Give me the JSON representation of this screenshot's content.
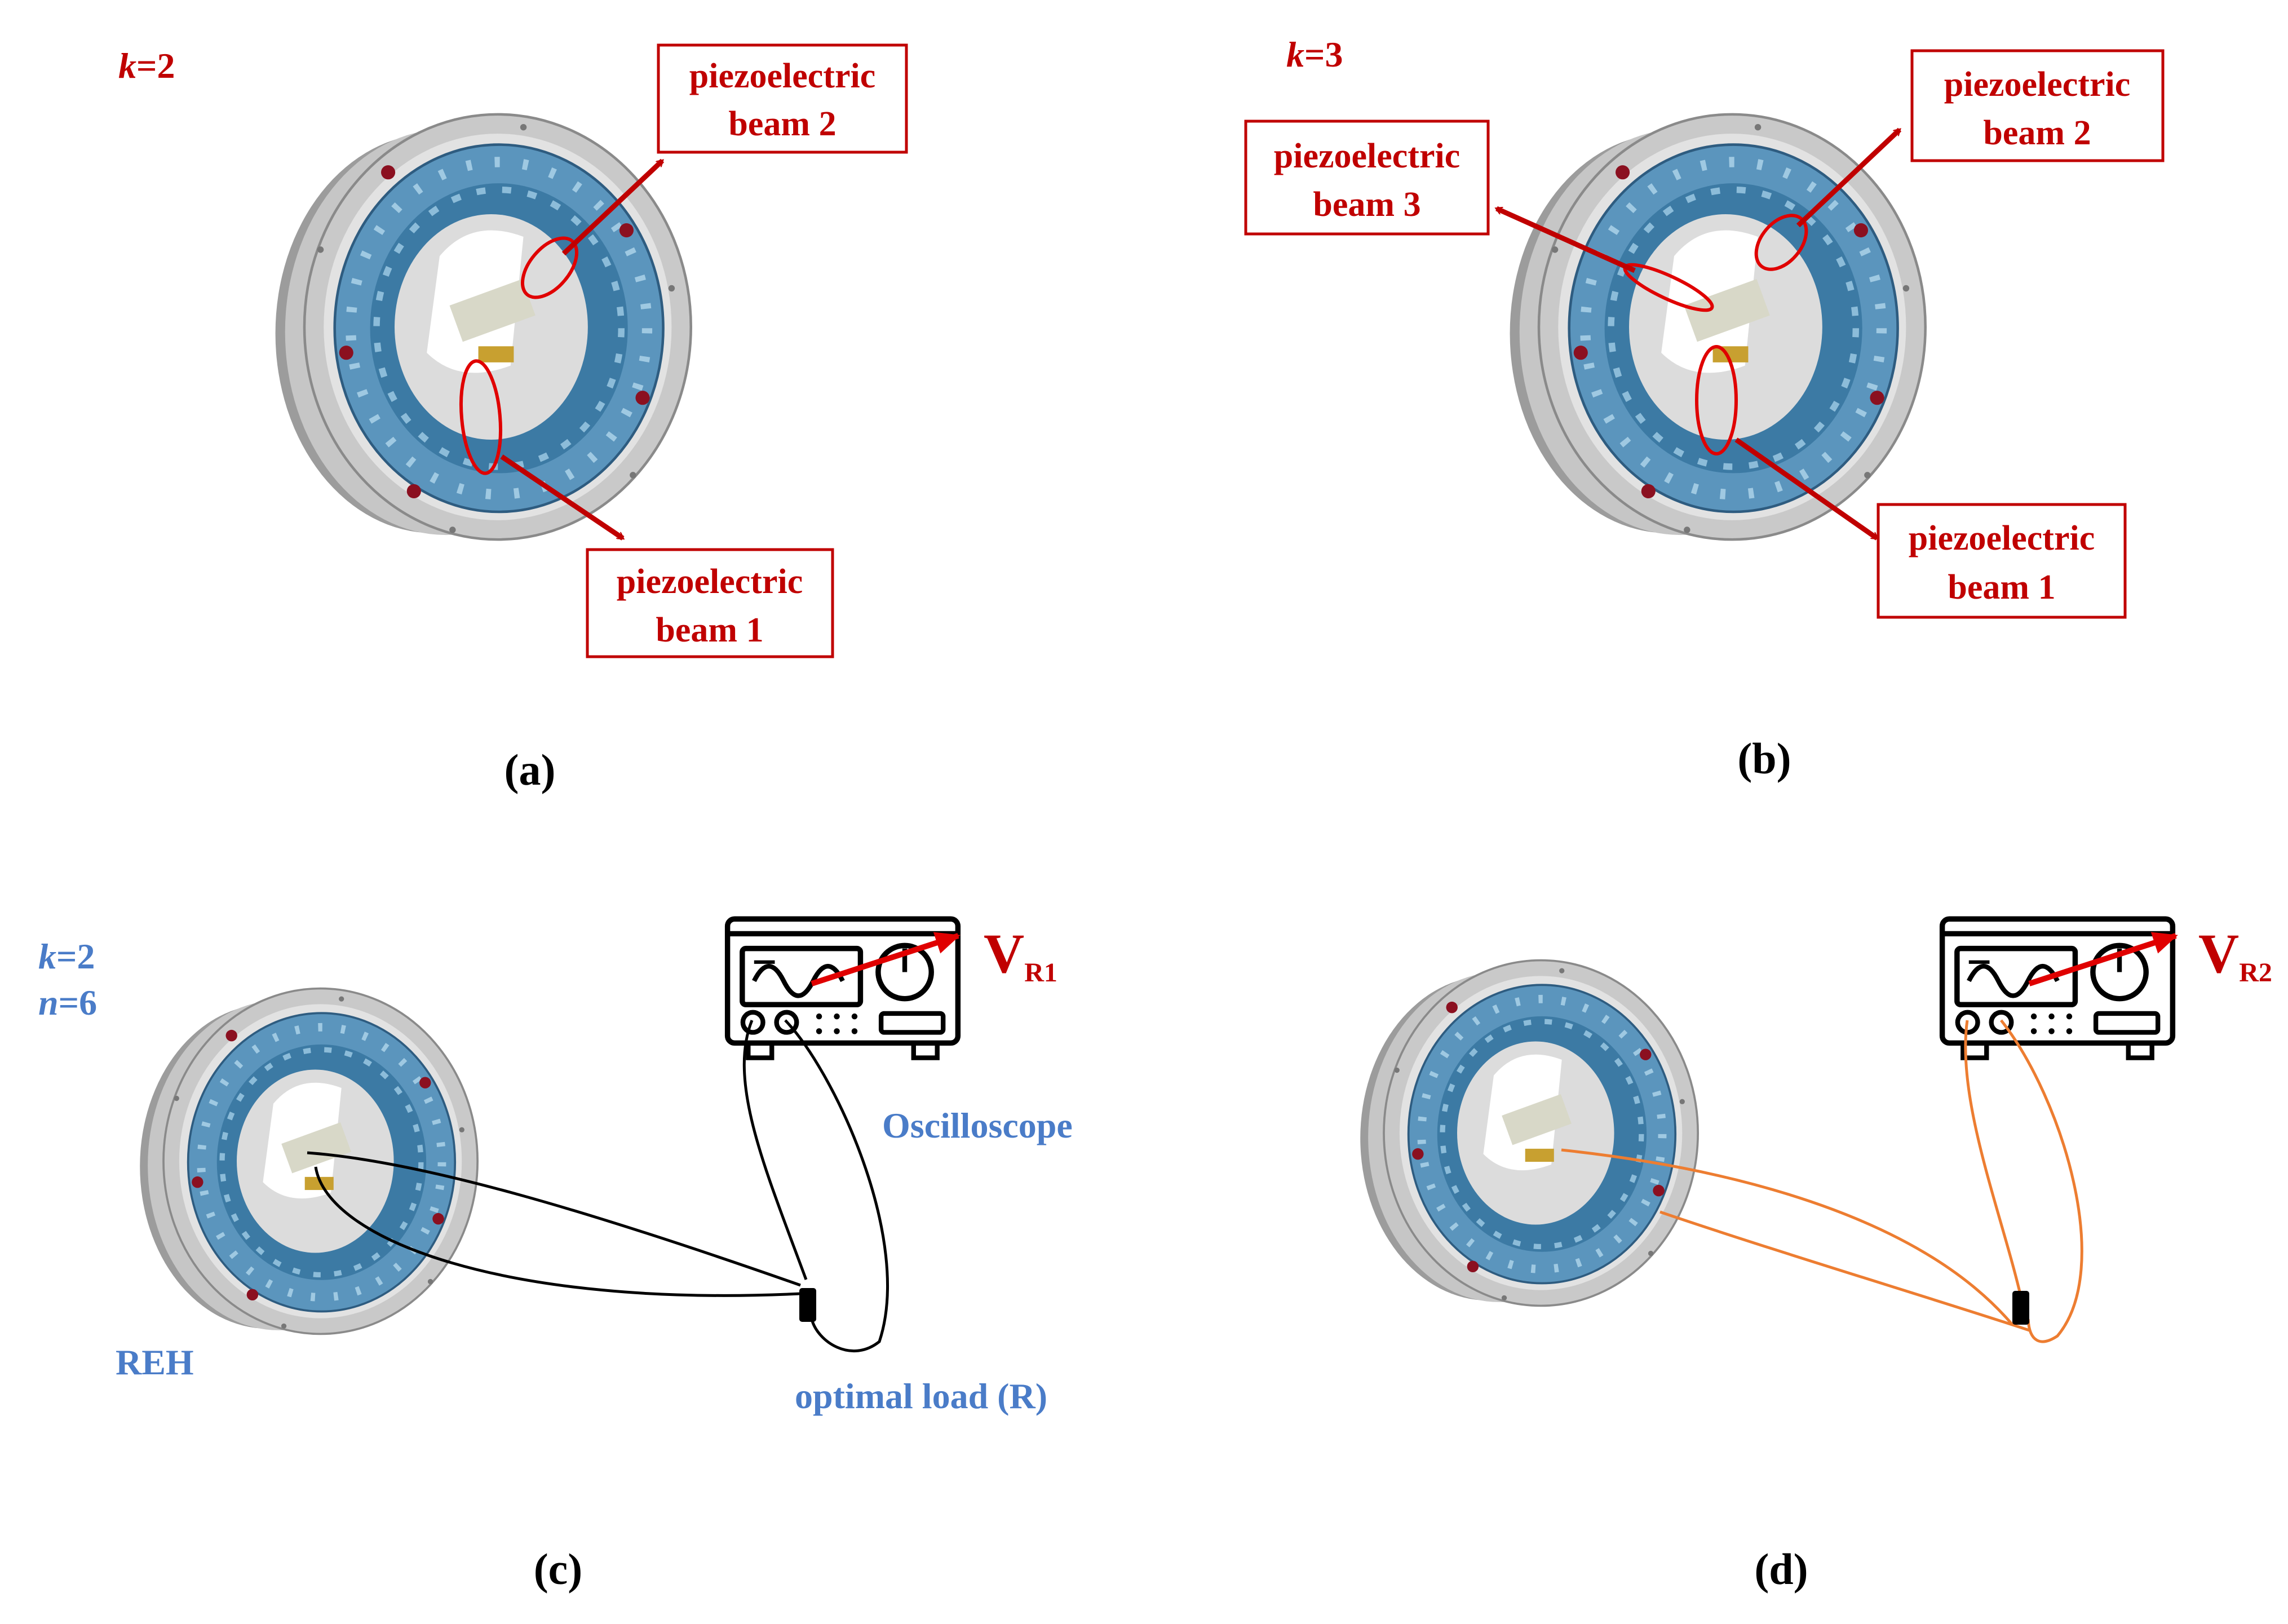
{
  "colors": {
    "red": "#c00000",
    "blue": "#4a7cc8",
    "orange": "#ed7d31",
    "ring_outer": "#b8b8b8",
    "ring_inner": "#4e86ad",
    "black": "#000000"
  },
  "panels": {
    "a": {
      "caption": "(a)",
      "k_symbol": "k",
      "k_value": "=2",
      "beam2_line1": "piezoelectric",
      "beam2_line2": "beam 2",
      "beam1_line1": "piezoelectric",
      "beam1_line2": "beam 1"
    },
    "b": {
      "caption": "(b)",
      "k_symbol": "k",
      "k_value": "=3",
      "beam3_line1": "piezoelectric",
      "beam3_line2": "beam 3",
      "beam2_line1": "piezoelectric",
      "beam2_line2": "beam 2",
      "beam1_line1": "piezoelectric",
      "beam1_line2": "beam 1"
    },
    "c": {
      "caption": "(c)",
      "k_symbol": "k",
      "k_value": "=2",
      "n_symbol": "n",
      "n_value": "=6",
      "voltage_main": "V",
      "voltage_sub": "R1",
      "oscilloscope_label": "Oscilloscope",
      "device_label": "REH",
      "load_label": "optimal load (R)"
    },
    "d": {
      "caption": "(d)",
      "voltage_main": "V",
      "voltage_sub": "R2"
    }
  },
  "icons": [
    "energy-harvester-ring-icon",
    "oscilloscope-icon",
    "resistor-icon"
  ]
}
